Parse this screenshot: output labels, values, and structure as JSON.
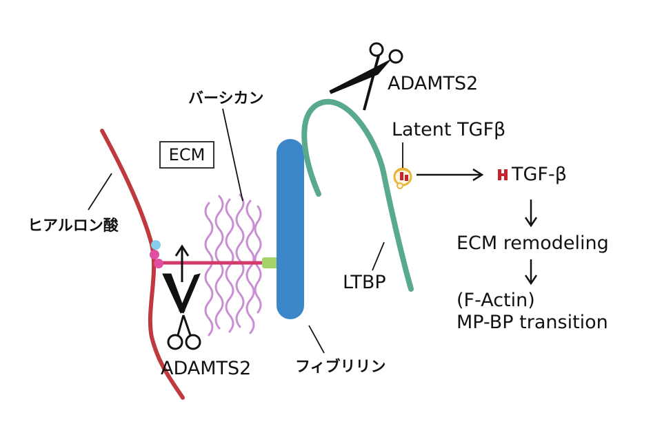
{
  "labels": {
    "hyaluronic_acid": "ヒアルロン酸",
    "ecm": "ECM",
    "versican": "バーシカン",
    "adamts2_top": "ADAMTS2",
    "adamts2_bottom": "ADAMTS2",
    "latent_tgf": "Latent TGFβ",
    "tgf_beta": "TGF-β",
    "ecm_remodeling": "ECM remodeling",
    "f_actin": "(F-Actin)",
    "mp_bp_transition": "MP-BP transition",
    "ltbp": "LTBP",
    "fibrillin": "フィブリリン"
  },
  "colors": {
    "hyaluronic_acid": "#c0393e",
    "versican_core": "#d23a6a",
    "versican_chains": "#c98fd3",
    "fibrillin": "#3a86c8",
    "ltbp": "#58a98e",
    "connector": "#a6d46a",
    "latent_tgf_ring": "#e9b43a",
    "tgf_mark": "#c5252e",
    "bead_blue": "#86cde9",
    "bead_pink": "#e04fa0"
  },
  "icons": [
    "scissors-icon",
    "scissors-icon",
    "arrow-right-icon",
    "arrow-down-icon",
    "arrow-up-icon"
  ]
}
